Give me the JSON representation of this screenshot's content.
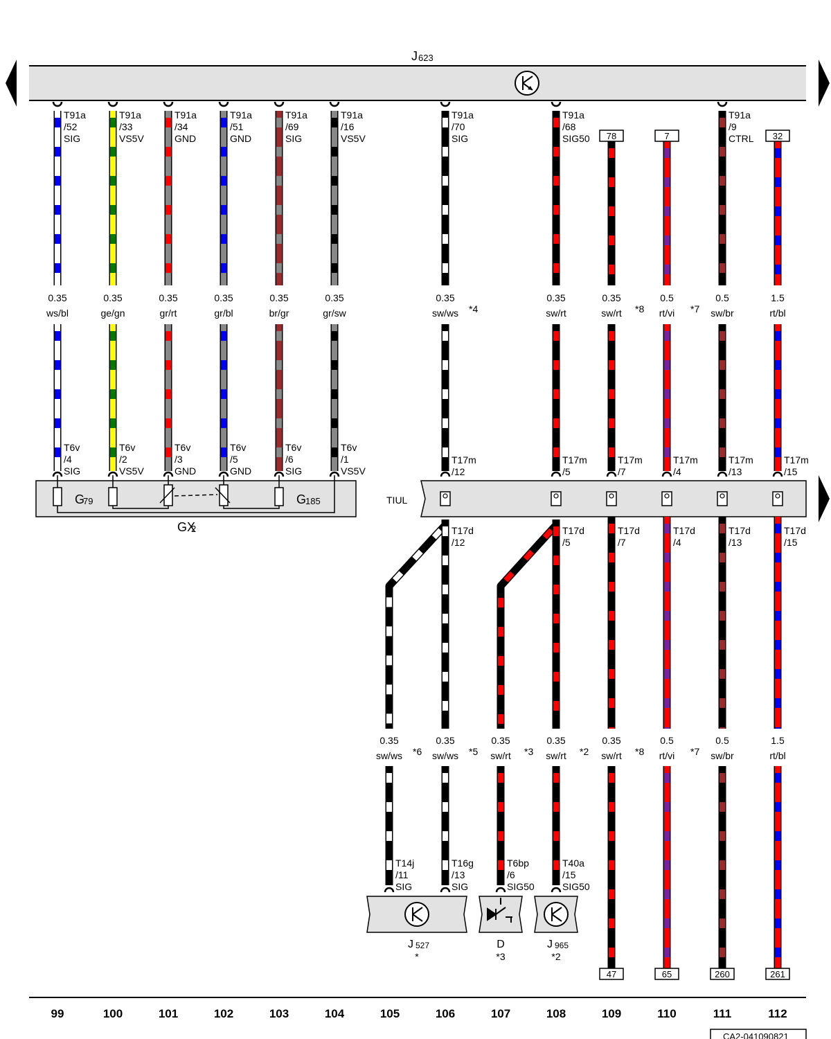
{
  "page": {
    "doc_code": "CA2-041090821"
  },
  "ecu": {
    "name": "J",
    "sub": "623"
  },
  "tiul": {
    "label": "TIUL"
  },
  "gx2": {
    "name": "GX",
    "sub": "2",
    "g79": "G",
    "g79_sub": "79",
    "g185": "G",
    "g185_sub": "185"
  },
  "colors": {
    "ws": "#ffffff",
    "bl": "#0000ee",
    "ge": "#ffff00",
    "gn": "#007a00",
    "gr": "#888888",
    "rt": "#ff0000",
    "br": "#9b2b2b",
    "sw": "#000000",
    "vi": "#7a1fa0"
  },
  "wires": [
    {
      "id": "w99",
      "col": 99,
      "size": "0.35",
      "color": "ws/bl",
      "c1": "ws",
      "c2": "bl",
      "top": [
        "T91a",
        "/52",
        "SIG"
      ],
      "mid": [
        "T6v",
        "/4",
        "SIG"
      ]
    },
    {
      "id": "w100",
      "col": 100,
      "size": "0.35",
      "color": "ge/gn",
      "c1": "ge",
      "c2": "gn",
      "top": [
        "T91a",
        "/33",
        "VS5V"
      ],
      "mid": [
        "T6v",
        "/2",
        "VS5V"
      ]
    },
    {
      "id": "w101",
      "col": 101,
      "size": "0.35",
      "color": "gr/rt",
      "c1": "gr",
      "c2": "rt",
      "top": [
        "T91a",
        "/34",
        "GND"
      ],
      "mid": [
        "T6v",
        "/3",
        "GND"
      ]
    },
    {
      "id": "w102",
      "col": 102,
      "size": "0.35",
      "color": "gr/bl",
      "c1": "gr",
      "c2": "bl",
      "top": [
        "T91a",
        "/51",
        "GND"
      ],
      "mid": [
        "T6v",
        "/5",
        "GND"
      ]
    },
    {
      "id": "w103",
      "col": 103,
      "size": "0.35",
      "color": "br/gr",
      "c1": "br",
      "c2": "gr",
      "top": [
        "T91a",
        "/69",
        "SIG"
      ],
      "mid": [
        "T6v",
        "/6",
        "SIG"
      ]
    },
    {
      "id": "w104",
      "col": 104,
      "size": "0.35",
      "color": "gr/sw",
      "c1": "gr",
      "c2": "sw",
      "top": [
        "T91a",
        "/16",
        "VS5V"
      ],
      "mid": [
        "T6v",
        "/1",
        "VS5V"
      ]
    },
    {
      "id": "w106",
      "col": 106,
      "size": "0.35",
      "color": "sw/ws",
      "note": "*4",
      "c1": "sw",
      "c2": "ws",
      "top": [
        "T91a",
        "/70",
        "SIG"
      ],
      "mid": [
        "T17m",
        "/12"
      ],
      "below": [
        "T17d",
        "/12"
      ]
    },
    {
      "id": "w108",
      "col": 108,
      "size": "0.35",
      "color": "sw/rt",
      "c1": "sw",
      "c2": "rt",
      "top": [
        "T91a",
        "/68",
        "SIG50"
      ],
      "mid": [
        "T17m",
        "/5"
      ],
      "below": [
        "T17d",
        "/5"
      ]
    },
    {
      "id": "w109",
      "col": 109,
      "size": "0.35",
      "color": "sw/rt",
      "note": "*8",
      "c1": "sw",
      "c2": "rt",
      "ref_top": "78",
      "mid": [
        "T17m",
        "/7"
      ],
      "below": [
        "T17d",
        "/7"
      ],
      "size2": "0.35",
      "color2": "sw/rt",
      "note2": "*8",
      "ref_bottom": "47"
    },
    {
      "id": "w110",
      "col": 110,
      "size": "0.5",
      "color": "rt/vi",
      "note": "*7",
      "c1": "rt",
      "c2": "vi",
      "ref_top": "7",
      "mid": [
        "T17m",
        "/4"
      ],
      "below": [
        "T17d",
        "/4"
      ],
      "size2": "0.5",
      "color2": "rt/vi",
      "note2": "*7",
      "ref_bottom": "65"
    },
    {
      "id": "w111",
      "col": 111,
      "size": "0.5",
      "color": "sw/br",
      "c1": "sw",
      "c2": "br",
      "top": [
        "T91a",
        "/9",
        "CTRL"
      ],
      "mid": [
        "T17m",
        "/13"
      ],
      "below": [
        "T17d",
        "/13"
      ],
      "size2": "0.5",
      "color2": "sw/br",
      "ref_bottom": "260"
    },
    {
      "id": "w112",
      "col": 112,
      "size": "1.5",
      "color": "rt/bl",
      "c1": "rt",
      "c2": "bl",
      "ref_top": "32",
      "mid": [
        "T17m",
        "/15"
      ],
      "below": [
        "T17d",
        "/15"
      ],
      "size2": "1.5",
      "color2": "rt/bl",
      "ref_bottom": "261"
    }
  ],
  "lower_wires": [
    {
      "id": "l105",
      "size": "0.35",
      "color": "sw/ws",
      "note": "*6",
      "c1": "sw",
      "c2": "ws",
      "conn": [
        "T14j",
        "/11",
        "SIG"
      ]
    },
    {
      "id": "l106",
      "size": "0.35",
      "color": "sw/ws",
      "note": "*5",
      "c1": "sw",
      "c2": "ws",
      "conn": [
        "T16g",
        "/13",
        "SIG"
      ]
    },
    {
      "id": "l107",
      "size": "0.35",
      "color": "sw/rt",
      "note": "*3",
      "c1": "sw",
      "c2": "rt",
      "conn": [
        "T6bp",
        "/6",
        "SIG50"
      ]
    },
    {
      "id": "l108",
      "size": "0.35",
      "color": "sw/rt",
      "note": "*2",
      "c1": "sw",
      "c2": "rt",
      "conn": [
        "T40a",
        "/15",
        "SIG50"
      ]
    }
  ],
  "devices": [
    {
      "id": "j527",
      "name": "J",
      "sub": "527",
      "note": "*"
    },
    {
      "id": "d",
      "name": "D",
      "sub": "",
      "note": "*3"
    },
    {
      "id": "j965",
      "name": "J",
      "sub": "965",
      "note": "*2"
    }
  ],
  "columns": [
    "99",
    "100",
    "101",
    "102",
    "103",
    "104",
    "105",
    "106",
    "107",
    "108",
    "109",
    "110",
    "111",
    "112"
  ]
}
